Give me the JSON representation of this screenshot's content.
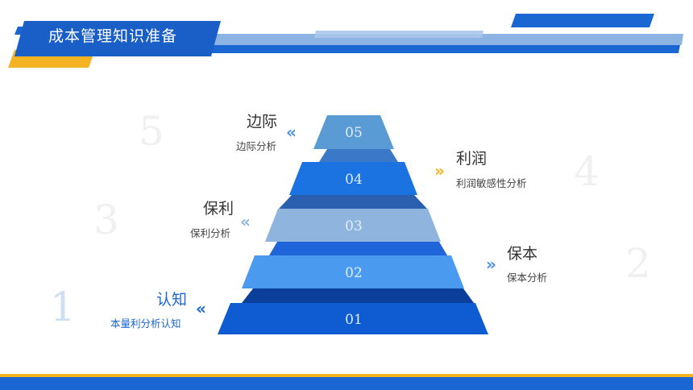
{
  "header": {
    "title": "成本管理知识准备"
  },
  "pyramid": {
    "levels": [
      {
        "num": "05",
        "color": "#5b9bd5"
      },
      {
        "num": "04",
        "color": "#1a73e0"
      },
      {
        "num": "03",
        "color": "#8fb4de"
      },
      {
        "num": "02",
        "color": "#4a9af0"
      },
      {
        "num": "01",
        "color": "#0f5bd1"
      }
    ]
  },
  "labels": [
    {
      "number": "5",
      "title": "边际",
      "subtitle": "边际分析",
      "chevron": "«"
    },
    {
      "number": "4",
      "title": "利润",
      "subtitle": "利润敏感性分析",
      "chevron": "»"
    },
    {
      "number": "3",
      "title": "保利",
      "subtitle": "保利分析",
      "chevron": "«"
    },
    {
      "number": "2",
      "title": "保本",
      "subtitle": "保本分析",
      "chevron": "»"
    },
    {
      "number": "1",
      "title": "认知",
      "subtitle": "本量利分析认知",
      "chevron": "«"
    }
  ],
  "colors": {
    "primary_blue": "#1a66d2",
    "accent_yellow": "#f4b323",
    "light_blue": "#8cb4e2"
  }
}
